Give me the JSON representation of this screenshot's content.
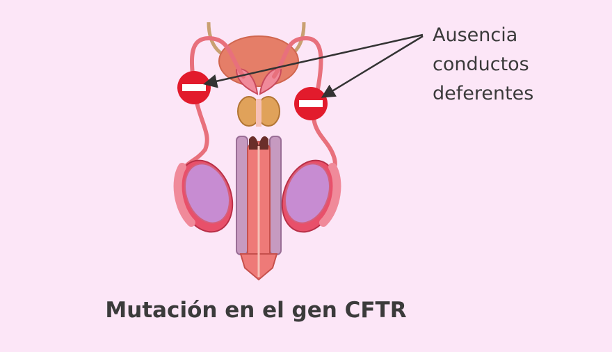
{
  "annotation": {
    "lines": [
      "Ausencia",
      "conductos",
      "deferentes"
    ]
  },
  "caption": "Mutación en el gen CFTR",
  "colors": {
    "background": "#fce6f7",
    "blocked_marker": "#e21b2c",
    "duct": "#e8707c",
    "text": "#3b3b3b"
  }
}
